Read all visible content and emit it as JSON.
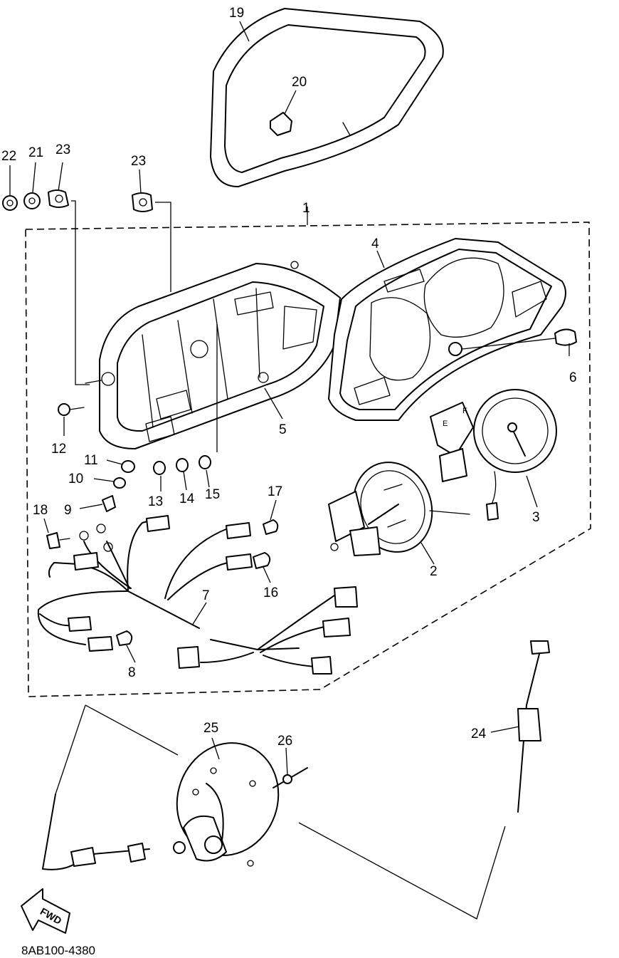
{
  "diagram_code": "8AB100-4380",
  "fwd_label": "FWD",
  "callouts": {
    "p1": "1",
    "p2": "2",
    "p3": "3",
    "p4": "4",
    "p5": "5",
    "p6": "6",
    "p7": "7",
    "p8": "8",
    "p9": "9",
    "p10": "10",
    "p11": "11",
    "p12": "12",
    "p13": "13",
    "p14": "14",
    "p15": "15",
    "p16": "16",
    "p17": "17",
    "p18": "18",
    "p19": "19",
    "p20": "20",
    "p21": "21",
    "p22": "22",
    "p23a": "23",
    "p23b": "23",
    "p24": "24",
    "p25": "25",
    "p26": "26"
  }
}
